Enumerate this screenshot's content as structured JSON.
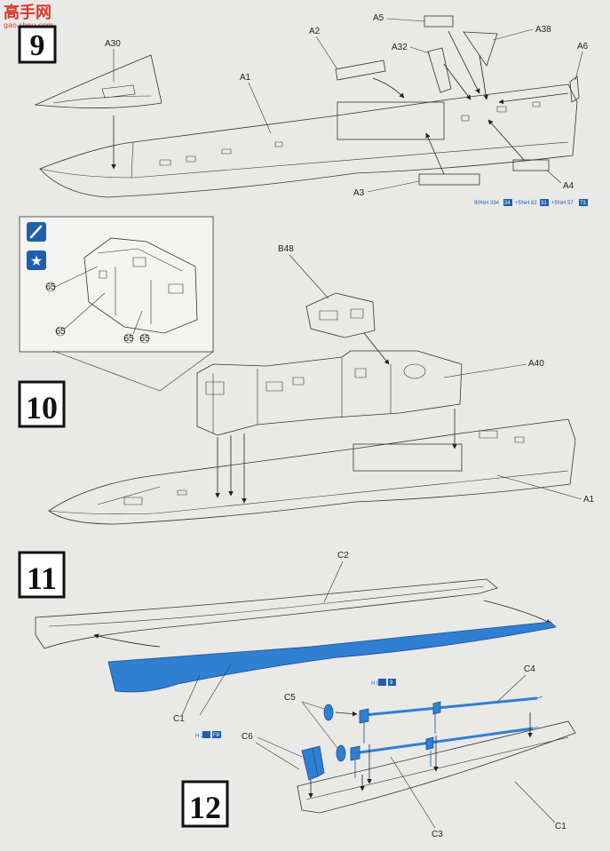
{
  "watermark": {
    "site": "高手网",
    "url": "gao.shou.com"
  },
  "steps": [
    "9",
    "10",
    "11",
    "12"
  ],
  "step9": {
    "parts": [
      "A30",
      "A2",
      "A5",
      "A32",
      "A38",
      "A6",
      "A1",
      "A3",
      "A4"
    ],
    "paint_callout": {
      "ratio_1": "90%",
      "code_1": "H 334",
      "chip_1": "34",
      "ratio_2": "+5%",
      "code_2": "H 82",
      "chip_2": "31",
      "ratio_3": "+5%",
      "code_3": "H 57",
      "chip_3": "73"
    }
  },
  "step10": {
    "parts": [
      "B48",
      "A40",
      "A1"
    ],
    "inset_callouts": [
      "65",
      "65",
      "65",
      "65"
    ],
    "inset_tools": [
      "brush-icon",
      "star-icon"
    ]
  },
  "step11": {
    "parts": [
      "C2",
      "C1"
    ],
    "paint_callouts": [
      {
        "code": "H 9",
        "chip": "9"
      },
      {
        "code": "H 23",
        "chip": "F8"
      }
    ]
  },
  "step12": {
    "parts": [
      "C4",
      "C5",
      "C6",
      "C3",
      "C1"
    ]
  },
  "colors": {
    "accent_blue": "#2f7fd3",
    "chip_blue": "#1f5fae",
    "paper": "#e9e9e7"
  }
}
